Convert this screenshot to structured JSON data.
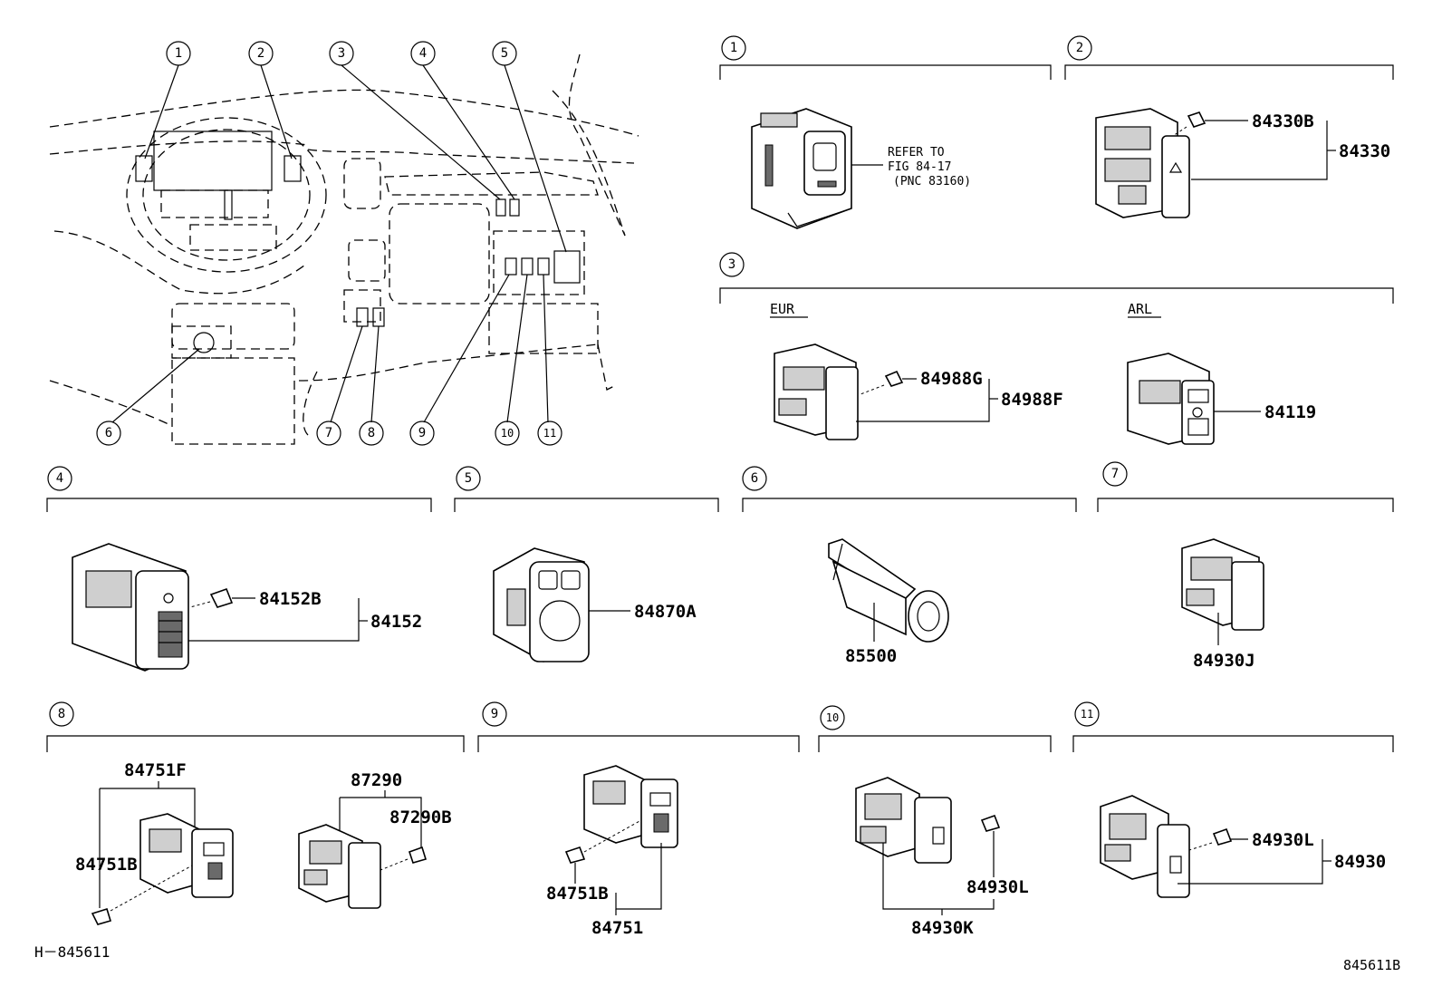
{
  "diagram": {
    "callouts_overview": [
      "1",
      "2",
      "3",
      "4",
      "5",
      "6",
      "7",
      "8",
      "9",
      "10",
      "11"
    ],
    "sections": [
      {
        "id": "1",
        "labels": [
          "REFER TO",
          "FIG 84-17",
          "(PNC 83160)"
        ]
      },
      {
        "id": "2",
        "parts": [
          "84330B",
          "84330"
        ]
      },
      {
        "id": "3",
        "regions": [
          "EUR",
          "ARL"
        ],
        "parts": [
          "84988G",
          "84988F",
          "84119"
        ]
      },
      {
        "id": "4",
        "parts": [
          "84152B",
          "84152"
        ]
      },
      {
        "id": "5",
        "parts": [
          "84870A"
        ]
      },
      {
        "id": "6",
        "parts": [
          "85500"
        ]
      },
      {
        "id": "7",
        "parts": [
          "84930J"
        ]
      },
      {
        "id": "8",
        "parts": [
          "84751F",
          "84751B",
          "87290",
          "87290B"
        ]
      },
      {
        "id": "9",
        "parts": [
          "84751B",
          "84751"
        ]
      },
      {
        "id": "10",
        "parts": [
          "84930L",
          "84930K"
        ]
      },
      {
        "id": "11",
        "parts": [
          "84930L",
          "84930"
        ]
      }
    ],
    "footer_left": "H－845611",
    "footer_right": "845611B",
    "colors": {
      "ink": "#000000",
      "paper": "#ffffff"
    }
  }
}
